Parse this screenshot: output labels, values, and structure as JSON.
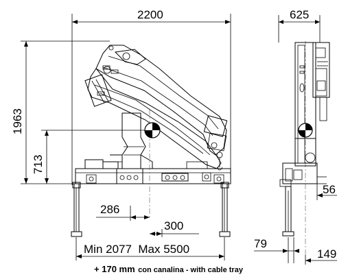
{
  "dimensions": {
    "total_width": "2200",
    "side_width": "625",
    "height_total": "1963",
    "height_pivot": "713",
    "offset_286": "286",
    "offset_300": "300",
    "outrigger_span": "Min 2077  Max 5500",
    "side_56": "56",
    "side_79": "79",
    "side_149": "149"
  },
  "caption": {
    "bold": "+ 170 mm",
    "rest": "con canalina - with cable tray"
  }
}
